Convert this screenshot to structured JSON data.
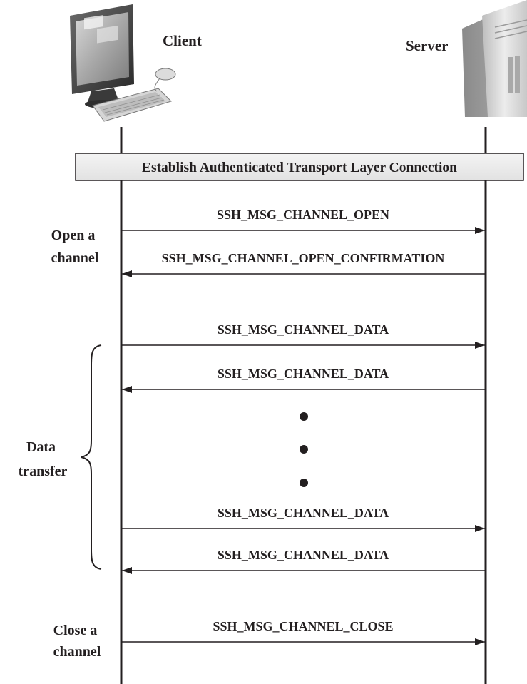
{
  "actors": {
    "client": "Client",
    "server": "Server"
  },
  "banner": "Establish Authenticated Transport Layer Connection",
  "phases": {
    "open": [
      "Open a",
      "channel"
    ],
    "data": [
      "Data",
      "transfer"
    ],
    "close": [
      "Close a",
      "channel"
    ]
  },
  "messages": [
    {
      "text": "SSH_MSG_CHANNEL_OPEN",
      "direction": "client-to-server"
    },
    {
      "text": "SSH_MSG_CHANNEL_OPEN_CONFIRMATION",
      "direction": "server-to-client"
    },
    {
      "text": "SSH_MSG_CHANNEL_DATA",
      "direction": "client-to-server"
    },
    {
      "text": "SSH_MSG_CHANNEL_DATA",
      "direction": "server-to-client"
    },
    {
      "text": "SSH_MSG_CHANNEL_DATA",
      "direction": "client-to-server"
    },
    {
      "text": "SSH_MSG_CHANNEL_DATA",
      "direction": "server-to-client"
    },
    {
      "text": "SSH_MSG_CHANNEL_CLOSE",
      "direction": "client-to-server"
    }
  ],
  "icons": {
    "client": "desktop-computer-icon",
    "server": "server-tower-icon"
  }
}
